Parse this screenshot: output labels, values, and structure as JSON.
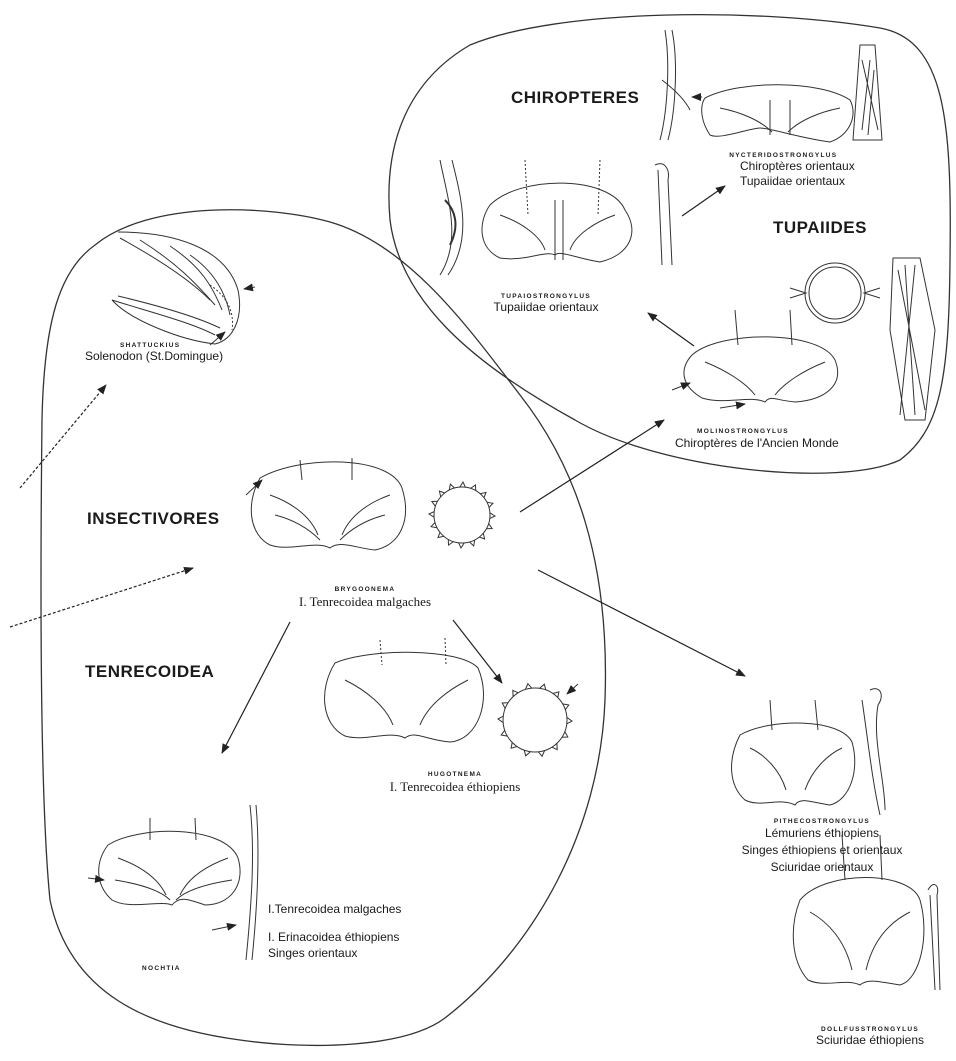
{
  "groups": {
    "chiropteres": "CHIROPTERES",
    "tupaiides": "TUPAIIDES",
    "insectivores": "INSECTIVORES",
    "tenrecoidea": "TENRECOIDEA"
  },
  "taxa": {
    "nycteridostrongylus": {
      "genus": "NYCTERIDOSTRONGYLUS",
      "hosts": [
        "Chiroptères orientaux",
        "Tupaiidae orientaux"
      ]
    },
    "tupaiostrongylus": {
      "genus": "TUPAIOSTRONGYLUS",
      "hosts": [
        "Tupaiidae orientaux"
      ]
    },
    "shattuckius": {
      "genus": "SHATTUCKIUS",
      "hosts": [
        "Solenodon (St.Domingue)"
      ]
    },
    "molinostrongylus": {
      "genus": "MOLINOSTRONGYLUS",
      "hosts": [
        "Chiroptères de l'Ancien Monde"
      ]
    },
    "brygoonema": {
      "genus": "BRYGOONEMA",
      "hosts": [
        "I. Tenrecoidea malgaches"
      ]
    },
    "hugotnema": {
      "genus": "HUGOTNEMA",
      "hosts": [
        "I. Tenrecoidea éthiopiens"
      ]
    },
    "pithecostrongylus": {
      "genus": "PITHECOSTRONGYLUS",
      "hosts": [
        "Lémuriens éthiopiens",
        "Singes éthiopiens et orientaux",
        "Sciuridae orientaux"
      ]
    },
    "nochtia": {
      "genus": "NOCHTIA",
      "hosts": [
        "I.Tenrecoidea malgaches",
        "I. Erinacoidea éthiopiens",
        "Singes orientaux"
      ]
    },
    "dollfusstrongylus": {
      "genus": "DOLLFUSSTRONGYLUS",
      "hosts": [
        "Sciuridae éthiopiens"
      ]
    }
  }
}
